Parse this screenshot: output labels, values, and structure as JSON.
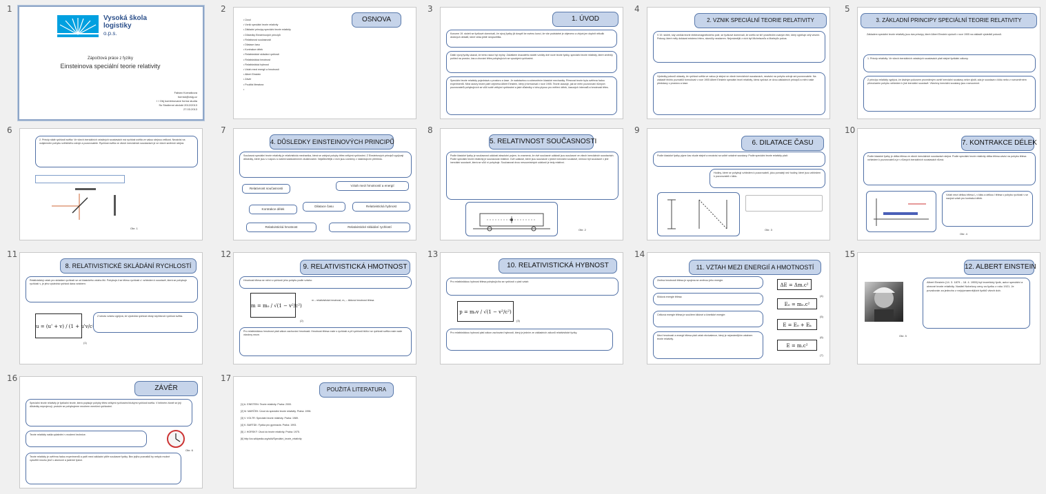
{
  "slides": [
    {
      "num": "1",
      "school": [
        "Vysoká škola",
        "logistiky",
        "o.p.s."
      ],
      "heading": "Zápočtová práce z fyziky",
      "subtitle": "Einsteinova speciální teorie relativity",
      "author": [
        "Fabian Kornalkova",
        "hornsk@vslg.cz",
        "I I Obj kombinovane forma studia",
        "Ss Stodienni obdobi 2012/2013",
        "27.03.2013"
      ]
    },
    {
      "num": "2",
      "title": "OSNOVA",
      "items": [
        "Úvod",
        "Vznik speciální teorie relativity",
        "Základní principy speciální teorie relativity",
        "Důsledky Einsteinových principů",
        "Relativnost současnosti",
        "Dilatace času",
        "Kontrakce délek",
        "Relativistické skládání rychlostí",
        "Relativistická hmotnost",
        "Relativistická hybnost",
        "Vztah mezi energií a hmotností",
        "Albert Einstein",
        "Závěr",
        "Použitá literatura",
        ""
      ]
    },
    {
      "num": "3",
      "title": "1. ÚVOD",
      "boxes": [
        "Koncem 19. století se fyzikové domnívali, že vývoj fyziky již dospěl ke svému konci, že vše podstatné je objeveno a zbývá jen doplnit několik drobných detailů, které věda ještě nevysvětlila.",
        "Další vývoj fyziky ukázal, že tento názor byl mylný. Začátkem dvacátého století vznikly dvě nové teorie fyziky, speciální teorie relativity, které změnily pohled na prostor, čas a chování těles pohybujících se vysokými rychlostmi.",
        "Speciální teorie relativity pojednává o prostoru a čase. Je nadstavbou a zobecněním klasické mechaniky. Přesnost teorie byla ověřena řadou experimentů. Mezi autory teorie patří zejména Albert Einstein, který ji formuloval v roce 1905. Teorie ukazuje, jak se mění pozorování různých pozorovatelů pohybujících se vůči sobě velkými rychlostmi a jaké důsledky z toho plynou pro měření délek, časových intervalů a hmotnosti těles."
      ]
    },
    {
      "num": "4",
      "title": "2. VZNIK SPECIÁLNÍ TEORIE RELATIVITY",
      "boxes": [
        "V 19. století, kdy vznikla teorie elektromagnetického pole, se fyzikové domnívali, že světlo se šíří prostředím zvaným éter, který vyplňuje celý vesmír. Pokusy, které měly dokázat existenci éteru, skončily nezdarem. Nejznámější z nich byl Michelsonův a Morleyův pokus.",
        "Výsledky pokusů ukázaly, že rychlost světla ve vakuu je stejná ve všech inerciálních soustavách, nezávisí na pohybu zdroje ani pozorovatele. Na základě těchto poznatků formuloval v roce 1905 Albert Einstein speciální teorii relativity, která vychází ze dvou základních principů a mění naše představy o prostoru a čase."
      ]
    },
    {
      "num": "5",
      "title": "3. ZÁKLADNÍ PRINCIPY SPECIÁLNÍ TEORIE RELATIVITY",
      "boxes": [
        "Základem speciální teorie relativity jsou dva principy, které Albert Einstein vyslovil v roce 1905 na základě výsledků pokusů.",
        "1. Princip relativity: Ve všech inerciálních vztažných soustavách platí stejné fyzikální zákony.",
        "Z principu relativity vyplývá, že žádným pokusem provedeným uvnitř inerciální soustavy nelze zjistit, zda je soustava v klidu nebo v rovnoměrném přímočarém pohybu vzhledem k jiné inerciální soustavě. Všechny inerciální soustavy jsou rovnocenné."
      ]
    },
    {
      "num": "6",
      "boxes": [
        "2. Princip stálé rychlosti světla: Ve všech inerciálních vztažných soustavách má rychlost světla ve vakuu stejnou velikost. Nezávisí na vzájemném pohybu světelného zdroje a pozorovatele. Rychlost světla ve všech inerciálních soustavách je ve všech směrech stejná."
      ],
      "caption": "Obr. 1"
    },
    {
      "num": "7",
      "title": "4. DŮSLEDKY EINSTEINOVÝCH PRINCIPŮ",
      "boxes": [
        "Současná speciální teorie relativity je relativistická mechanika, která se zabývá pohyby těles velkými rychlostmi. Z Einsteinových principů vyplývají důsledky, které jsou v rozporu s našimi každodenními zkušenostmi. Nejdůležitější z nich jsou uvedeny v následujícím přehledu."
      ],
      "chips": [
        "Relativnost současnosti",
        "Vztah mezi hmotností a energií",
        "Kontrakce délek",
        "Dilatace času",
        "Relativistická hybnost",
        "Relativistická hmotnost",
        "Relativistické skládání rychlostí"
      ]
    },
    {
      "num": "8",
      "title": "5. RELATIVNOST SOUČASNOSTI",
      "boxes": [
        "Podle klasické fyziky je současnost událostí absolutní pojem, to znamená, že dvě současné události jsou současné ve všech inerciálních soustavách. Podle speciální teorie relativity je současnost relativní. Dvě události, které jsou současné v jedné inerciální soustavě, nemusí být současné v jiné inerciální soustavě, která se vůči ní pohybuje. Současnost dvou nesoumístných událostí je tedy relativní."
      ],
      "caption": "Obr. 2"
    },
    {
      "num": "9",
      "title": "6. DILATACE ČASU",
      "boxes": [
        "Podle klasické fyziky plyne čas všude stejně a nezávisí na volbě vztažné soustavy. Podle speciální teorie relativity platí:",
        "Hodiny, které se pohybují vzhledem k pozorovateli, jdou pomaleji než hodiny, které jsou vzhledem k pozorovateli v klidu."
      ],
      "caption": "Obr. 3"
    },
    {
      "num": "10",
      "title": "7. KONTRAKCE DÉLEK",
      "boxes": [
        "Podle klasické fyziky je délka tělesa ve všech inerciálních soustavách stejná. Podle speciální teorie relativity délka tělesa závisí na pohybu tělesa vzhledem k pozorovateli a je v různých inerciálních soustavách různá.",
        "Vztah mezi délkou tělesa l₀ v klidu a délkou l tělesa v pohybu rychlostí v se nazývá vztah pro kontrakci délek."
      ],
      "caption": "Obr. 4"
    },
    {
      "num": "11",
      "title": "8. RELATIVISTICKÉ SKLÁDÁNÍ RYCHLOSTÍ",
      "boxes": [
        "Relativistický vztah pro skládání rychlostí se od klasického vztahu liší. Pohybuje-li se těleso rychlostí u' vzhledem k soustavě, která se pohybuje rychlostí v, je jeho výsledná rychlost dána vztahem:",
        "Z tohoto vztahu vyplývá, že výsledná rychlost nikdy nepřekročí rychlost světla."
      ],
      "caption": "(1)"
    },
    {
      "num": "12",
      "title": "9. RELATIVISTICKÁ HMOTNOST",
      "boxes": [
        "Hmotnost tělesa se mění s rychlostí jeho pohybu podle vztahu:",
        "m – relativistická hmotnost, m₀ – klidová hmotnost tělesa",
        "Pro relativistickou hmotnost platí zákon zachování hmotnosti. Hmotnost tělesa roste s rychlostí a při rychlosti blížící se rychlosti světla roste nade všechny meze."
      ],
      "caption": "(2)"
    },
    {
      "num": "13",
      "title": "10. RELATIVISTICKÁ HYBNOST",
      "boxes": [
        "Pro relativistickou hybnost tělesa pohybujícího se rychlostí v platí vztah:",
        "Pro relativistickou hybnost platí zákon zachování hybnosti, který je jedním ze základních zákonů relativistické fyziky."
      ],
      "caption": "(3)"
    },
    {
      "num": "14",
      "title": "11. VZTAH MEZI ENERGIÍ A HMOTNOSTÍ",
      "boxes": [
        "Změna hmotnosti tělesa je spojena se změnou jeho energie.",
        "Klidová energie tělesa:",
        "Celková energie tělesa je součtem klidové a kinetické energie:",
        "Mezi hmotností a energií tělesa platí vztah ekvivalence, který je nejznámějším vztahem teorie relativity."
      ],
      "captions": [
        "(4)",
        "(5)",
        "(6)",
        "(7)"
      ]
    },
    {
      "num": "15",
      "title": "12. ALBERT EINSTEIN",
      "boxes": [
        "Albert Einstein (14. 3. 1879 – 18. 4. 1955) byl teoretický fyzik, autor speciální a obecné teorie relativity. Nositel Nobelovy ceny za fyziku z roku 1921. Je považován za jednoho z nejvýznamnějších fyziků všech dob."
      ],
      "caption": "Obr. 5"
    },
    {
      "num": "16",
      "title": "ZÁVĚR",
      "boxes": [
        "Speciální teorie relativity je fyzikální teorie, která popisuje pohyby těles velkými rychlostmi blízkými rychlosti světla. V běžném životě se její důsledky neprojevují, protože se pohybujeme mnohem menšími rychlostmi.",
        "Teorie relativity našla uplatnění v moderní technice.",
        "Teorie relativity je ověřena řadou experimentů a patří mezi základní pilíře současné fyziky. Bez jejího poznatků by nebylo možné vysvětlit mnoho jevů v atomové a jaderné fyzice."
      ],
      "caption": "Obr. 6"
    },
    {
      "num": "17",
      "title": "POUŽITÁ LITERATURA",
      "items": [
        "[1] A. EINSTEIN: Teorie relativity. Praha: 2000.",
        "[2] M. MARČEK: Úvod do speciální teorie relativity. Praha: 1996.",
        "[3] V. VOLTR: Speciální teorie relativity. Praha: 1989.",
        "[4] K. BARTÁK: Fyzika pro gymnázia. Praha: 1993.",
        "[5] J. HORSKÝ: Úvod do teorie relativity. Praha: 1975.",
        "[6] http://cs.wikipedia.org/wiki/Speciální_teorie_relativity"
      ]
    }
  ],
  "formulas": {
    "velocity": "u = (u' + v) / (1 + u'v/c²)",
    "mass": "m = m₀ / √(1 − v²/c²)",
    "momentum": "p = m₀v / √(1 − v²/c²)",
    "e1": "ΔE = Δm.c²",
    "e2": "E₀ = m₀.c²",
    "e3": "E = E₀ + Eₖ",
    "e4": "E = m.c²"
  },
  "colors": {
    "title_bg": "#c6d4ea",
    "border": "#4f6fa5",
    "logo": "#00a0e0"
  }
}
